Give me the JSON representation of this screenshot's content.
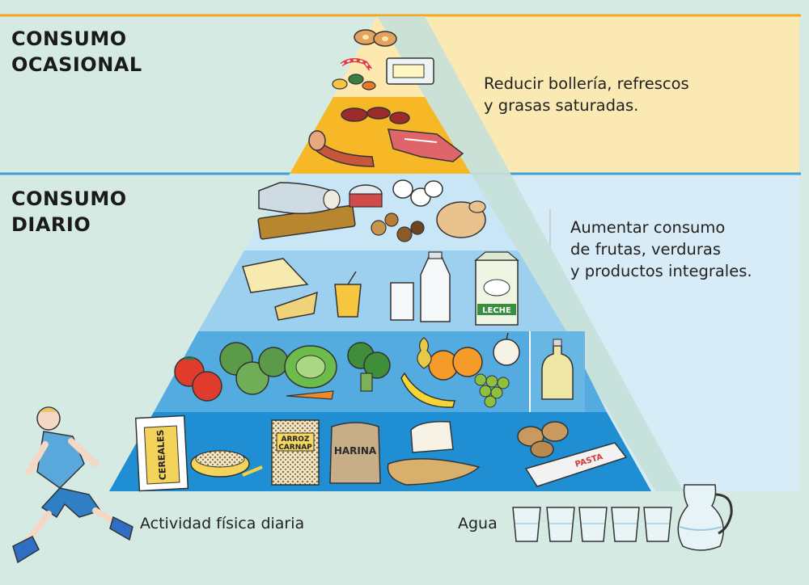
{
  "sections": {
    "occasional": {
      "line1": "CONSUMO",
      "line2": "OCASIONAL"
    },
    "daily": {
      "line1": "CONSUMO",
      "line2": "DIARIO"
    }
  },
  "advice": {
    "occasional": {
      "line1": "Reducir bollería, refrescos",
      "line2": "y grasas saturadas."
    },
    "daily": {
      "line1": "Aumentar consumo",
      "line2": "de frutas, verduras",
      "line3": "y productos integrales."
    }
  },
  "labels": {
    "activity": "Actividad física diaria",
    "water": "Agua"
  },
  "food_labels": {
    "cereales": "CEREALES",
    "arroz": "ARROZ",
    "carnap": "CARNAP",
    "harina": "HARINA",
    "pasta": "PASTA",
    "leche": "LECHE"
  },
  "colors": {
    "background": "#d5eae2",
    "occasional_panel": "#fbe9b4",
    "daily_panel": "#d8ecf7",
    "tier_top": "#fde9b0",
    "tier_meat": "#f7b828",
    "tier_protein": "#c8e6f6",
    "tier_dairy": "#9dd0ee",
    "tier_vegetables": "#53abe0",
    "tier_cereals": "#1f8ed2",
    "divider_orange": "#f5a623",
    "divider_blue": "#3d9fdc"
  }
}
